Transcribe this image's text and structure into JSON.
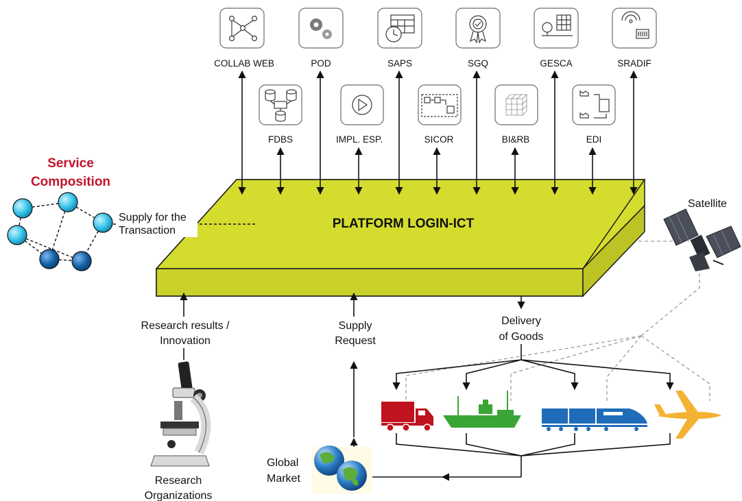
{
  "platform": {
    "title": "PLATFORM LOGIN-ICT"
  },
  "service_composition": {
    "title_line1": "Service",
    "title_line2": "Composition"
  },
  "supply_transaction": {
    "line1": "Supply for the",
    "line2": "Transaction"
  },
  "satellite": {
    "label": "Satellite"
  },
  "top_services": [
    {
      "label": "COLLAB WEB",
      "icon": "network-users-icon"
    },
    {
      "label": "POD",
      "icon": "gears-icon"
    },
    {
      "label": "SAPS",
      "icon": "calendar-clock-icon"
    },
    {
      "label": "SGQ",
      "icon": "quality-badge-icon"
    },
    {
      "label": "GESCA",
      "icon": "scale-pallet-icon"
    },
    {
      "label": "SRADIF",
      "icon": "rfid-barcode-icon"
    }
  ],
  "mid_services": [
    {
      "label": "FDBS",
      "icon": "database-icon"
    },
    {
      "label": "IMPL. ESP.",
      "icon": "play-icon"
    },
    {
      "label": "SICOR",
      "icon": "flow-diagram-icon"
    },
    {
      "label": "BI&RB",
      "icon": "data-cube-icon"
    },
    {
      "label": "EDI",
      "icon": "document-exchange-icon"
    }
  ],
  "research": {
    "results_line1": "Research results /",
    "results_line2": "Innovation",
    "org_line1": "Research",
    "org_line2": "Organizations"
  },
  "supply_request": {
    "line1": "Supply",
    "line2": "Request"
  },
  "delivery": {
    "line1": "Delivery",
    "line2": "of Goods"
  },
  "global_market": {
    "line1": "Global",
    "line2": "Market"
  },
  "transport": [
    "truck-icon",
    "ship-icon",
    "train-icon",
    "airplane-icon"
  ],
  "colors": {
    "platform": "#d4dc2e",
    "platform_edge": "#1a1a1a",
    "accent_red": "#c0142b",
    "truck": "#c0121f",
    "ship": "#3aa535",
    "train": "#1f6db8",
    "plane": "#f4b232",
    "node_light": "#34c3e8",
    "node_dark": "#1463a8"
  }
}
